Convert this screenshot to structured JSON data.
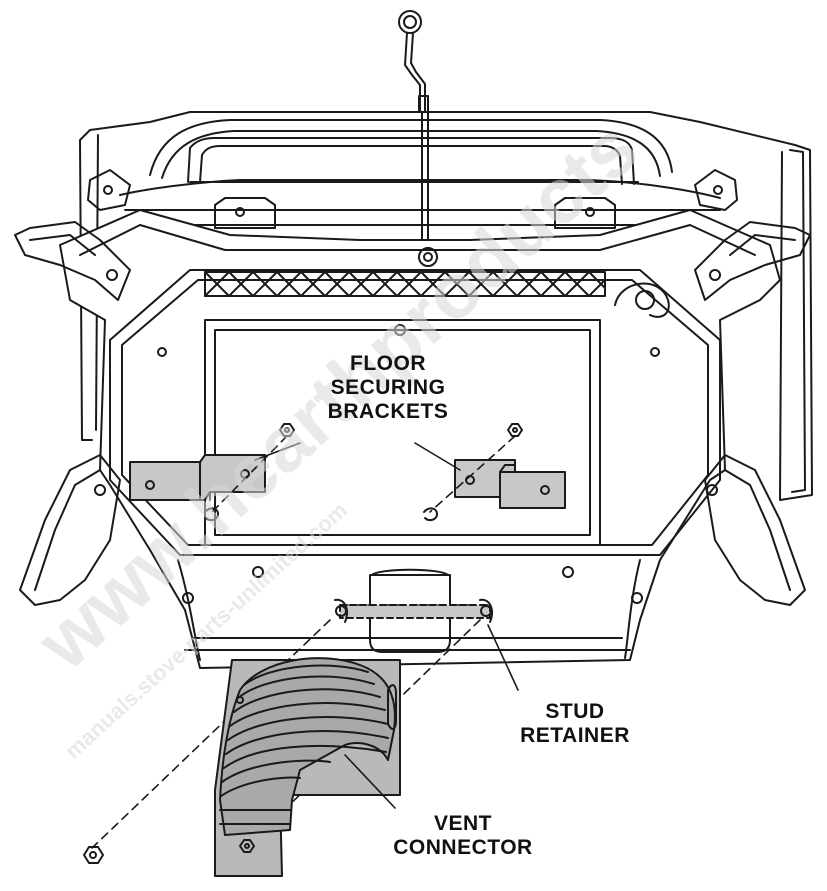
{
  "labels": {
    "floor_brackets": [
      "FLOOR",
      "SECURING",
      "BRACKETS"
    ],
    "stud_retainer": [
      "STUD",
      "RETAINER"
    ],
    "vent_connector": [
      "VENT",
      "CONNECTOR"
    ]
  },
  "watermarks": {
    "main": "www.hearthproducts",
    "secondary": "manuals.stove-parts-unlimited.com"
  },
  "colors": {
    "line": "#1a1a1a",
    "bracket_fill": "#c8c8c8",
    "vent_fill": "#b9b9b9",
    "body_fill": "#ffffff",
    "watermark": "#d8d8d8"
  }
}
